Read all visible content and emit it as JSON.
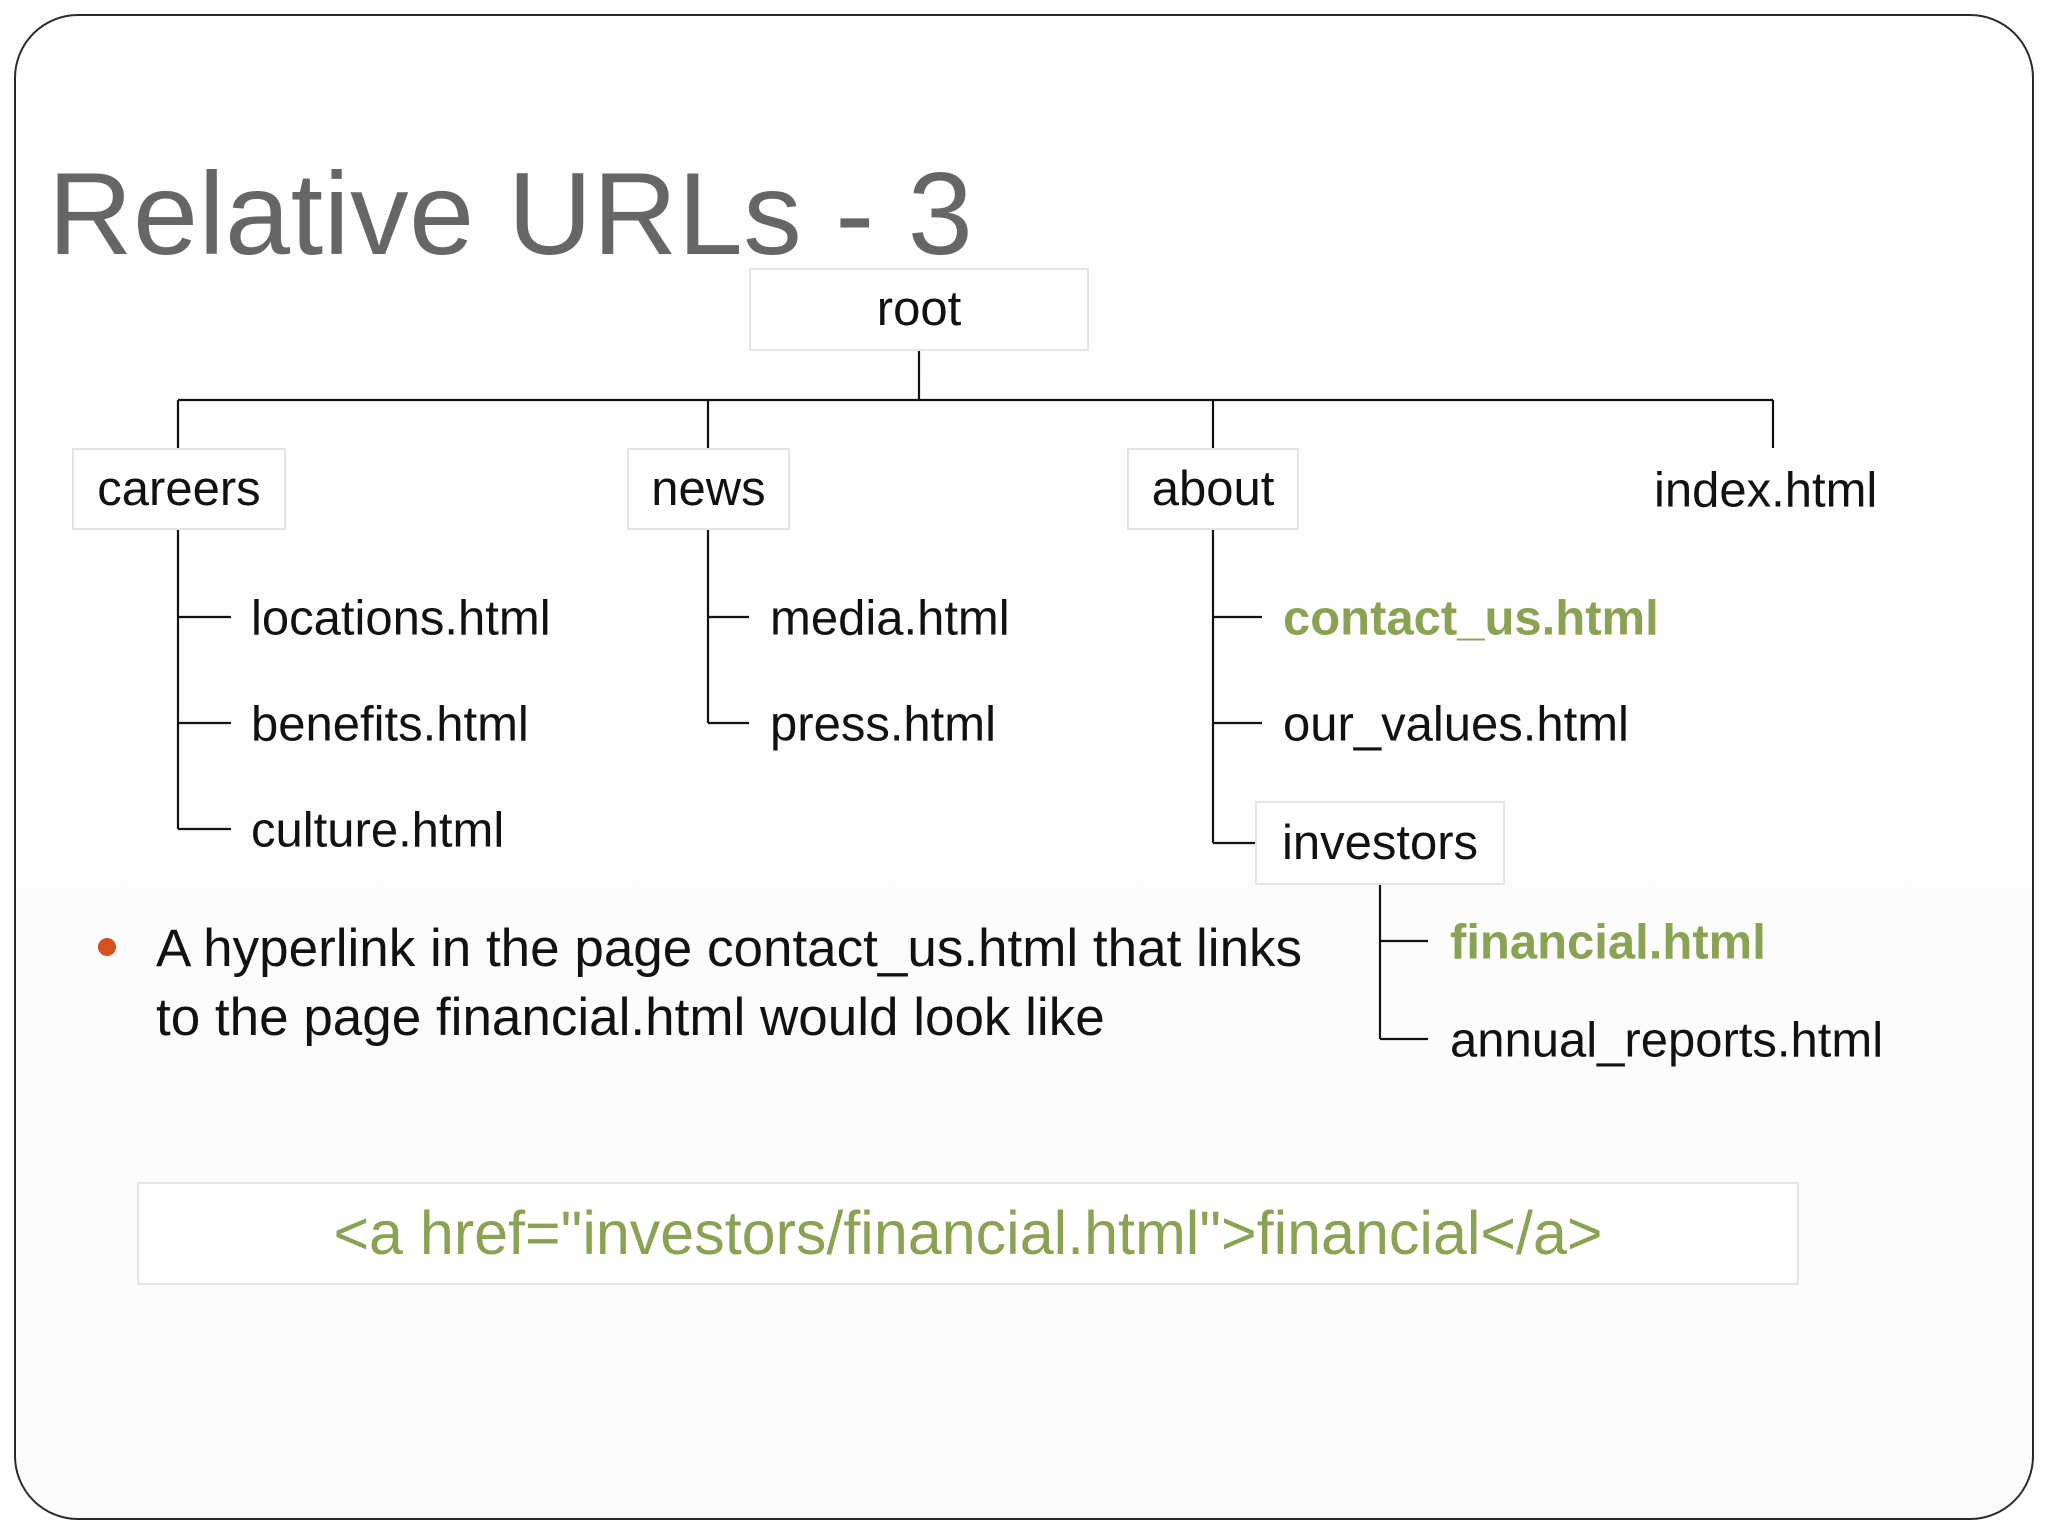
{
  "slide": {
    "title": "Relative URLs - 3"
  },
  "tree": {
    "root": "root",
    "careers": {
      "label": "careers",
      "children": [
        "locations.html",
        "benefits.html",
        "culture.html"
      ]
    },
    "news": {
      "label": "news",
      "children": [
        "media.html",
        "press.html"
      ]
    },
    "about": {
      "label": "about",
      "children": [
        "contact_us.html",
        "our_values.html"
      ],
      "investors": {
        "label": "investors",
        "children": [
          "financial.html",
          "annual_reports.html"
        ]
      }
    },
    "index": "index.html"
  },
  "bullet": {
    "text": "A hyperlink in the page contact_us.html that links to the page financial.html would look like"
  },
  "code": {
    "text": "<a href=\"investors/financial.html\">financial</a>"
  },
  "colors": {
    "highlight": "#8aa353",
    "bullet": "#d4501e",
    "title": "#666666"
  }
}
